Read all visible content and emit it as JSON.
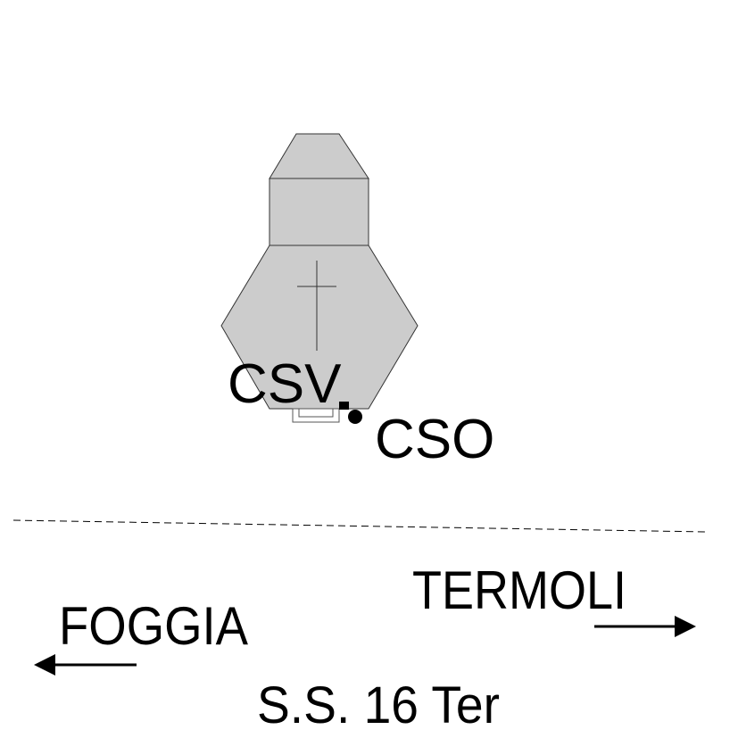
{
  "labels": {
    "csv": "CSV",
    "cso": "CSO",
    "termoli": "TERMOLI",
    "foggia": "FOGGIA",
    "road": "S.S. 16 Ter"
  },
  "colors": {
    "building_fill": "#cccccc",
    "stroke": "#000000",
    "background": "#ffffff"
  },
  "icons": {
    "church": "cross-icon",
    "point": "marker-dot",
    "west": "arrow-left-icon",
    "east": "arrow-right-icon"
  }
}
